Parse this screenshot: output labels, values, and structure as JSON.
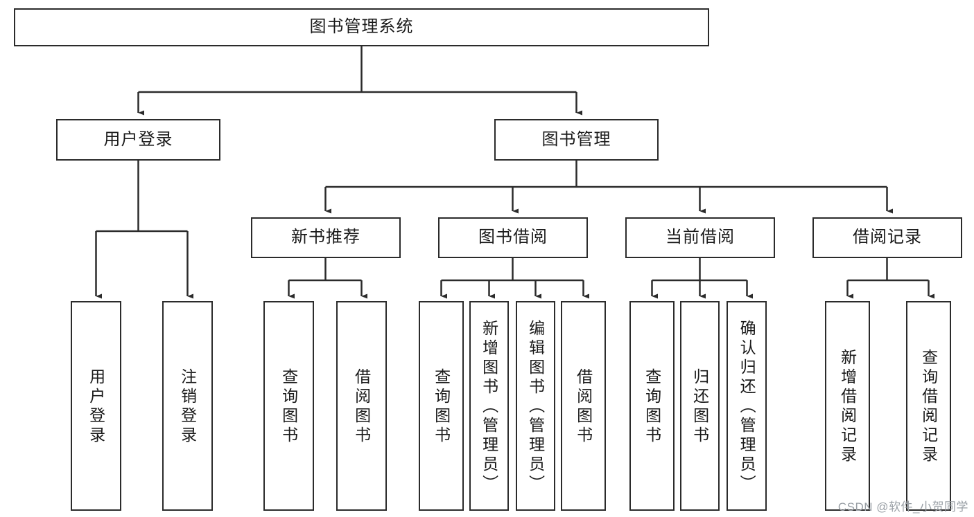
{
  "diagram": {
    "title_node": {
      "label": "图书管理系统"
    },
    "level2": [
      {
        "label": "用户登录"
      },
      {
        "label": "图书管理"
      }
    ],
    "level3": [
      {
        "label": "新书推荐"
      },
      {
        "label": "图书借阅"
      },
      {
        "label": "当前借阅"
      },
      {
        "label": "借阅记录"
      }
    ],
    "leaves": {
      "user_login": [
        {
          "label": "用户登录"
        },
        {
          "label": "注销登录"
        }
      ],
      "new_book_recommend": [
        {
          "label": "查询图书"
        },
        {
          "label": "借阅图书"
        }
      ],
      "book_borrow": [
        {
          "label": "查询图书"
        },
        {
          "label": "新增图书（管理员）"
        },
        {
          "label": "编辑图书（管理员）"
        },
        {
          "label": "借阅图书"
        }
      ],
      "current_borrow": [
        {
          "label": "查询图书"
        },
        {
          "label": "归还图书"
        },
        {
          "label": "确认归还（管理员）"
        }
      ],
      "borrow_record": [
        {
          "label": "新增借阅记录"
        },
        {
          "label": "查询借阅记录"
        }
      ]
    }
  },
  "watermark": {
    "text": "CSDN @软件_小贺同学"
  },
  "colors": {
    "stroke": "#2b2b2b",
    "background": "#ffffff",
    "text": "#1a1a1a",
    "watermark": "#9aa0a6"
  }
}
